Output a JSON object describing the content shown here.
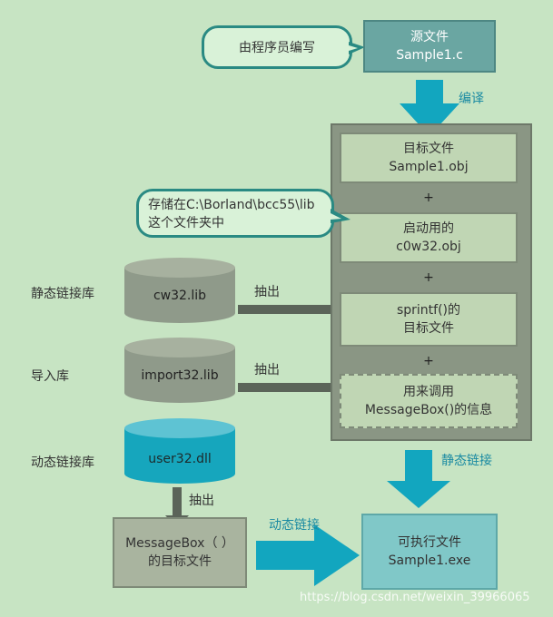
{
  "source": {
    "line1": "源文件",
    "line2": "Sample1.c"
  },
  "bubble_written": "由程序员编写",
  "compile_label": "编译",
  "objects": {
    "target_obj": {
      "line1": "目标文件",
      "line2": "Sample1.obj"
    },
    "startup": {
      "line1": "启动用的",
      "line2": "c0w32.obj"
    },
    "sprintf": {
      "line1": "sprintf()的",
      "line2": "目标文件"
    },
    "messagebox_call": {
      "line1": "用来调用",
      "line2": "MessageBox()的信息"
    },
    "plus": "+"
  },
  "bubble_stored": {
    "line1": "存储在C:\\Borland\\bcc55\\lib",
    "line2": "这个文件夹中"
  },
  "libraries": {
    "static": {
      "label": "静态链接库",
      "file": "cw32.lib"
    },
    "import": {
      "label": "导入库",
      "file": "import32.lib"
    },
    "dynamic": {
      "label": "动态链接库",
      "file": "user32.dll"
    }
  },
  "extract_label": "抽出",
  "static_link_label": "静态链接",
  "dynamic_link_label": "动态链接",
  "messagebox_obj": {
    "line1": "MessageBox（ ）",
    "line2": "的目标文件"
  },
  "executable": {
    "line1": "可执行文件",
    "line2": "Sample1.exe"
  },
  "watermark": "https://blog.csdn.net/weixin_39966065",
  "colors": {
    "background": "#c7e4c3",
    "source_box": "#6aa6a2",
    "container": "#8a9684",
    "object_box": "#c0d6b4",
    "arrow_teal": "#12a6bf",
    "arrow_gray": "#5b6459",
    "exe_box": "#80c8c8",
    "user32_cylinder": "#16a6bd",
    "gray_cylinder": "#8f9a8a"
  }
}
